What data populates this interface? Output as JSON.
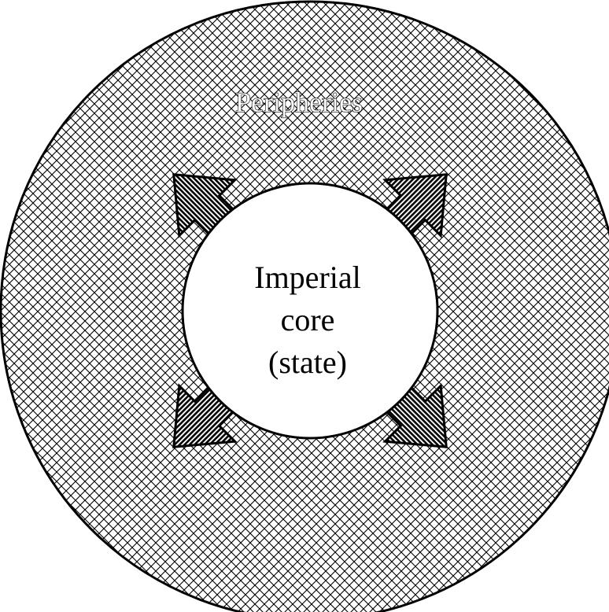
{
  "diagram": {
    "outer_label": "Peripheries",
    "core_label_lines": [
      "Imperial",
      "core",
      "(state)"
    ]
  },
  "colors": {
    "outline": "#000000",
    "background": "#ffffff",
    "core_fill": "#ffffff",
    "crosshatch": "#000000",
    "arrow_stripe": "#000000"
  }
}
